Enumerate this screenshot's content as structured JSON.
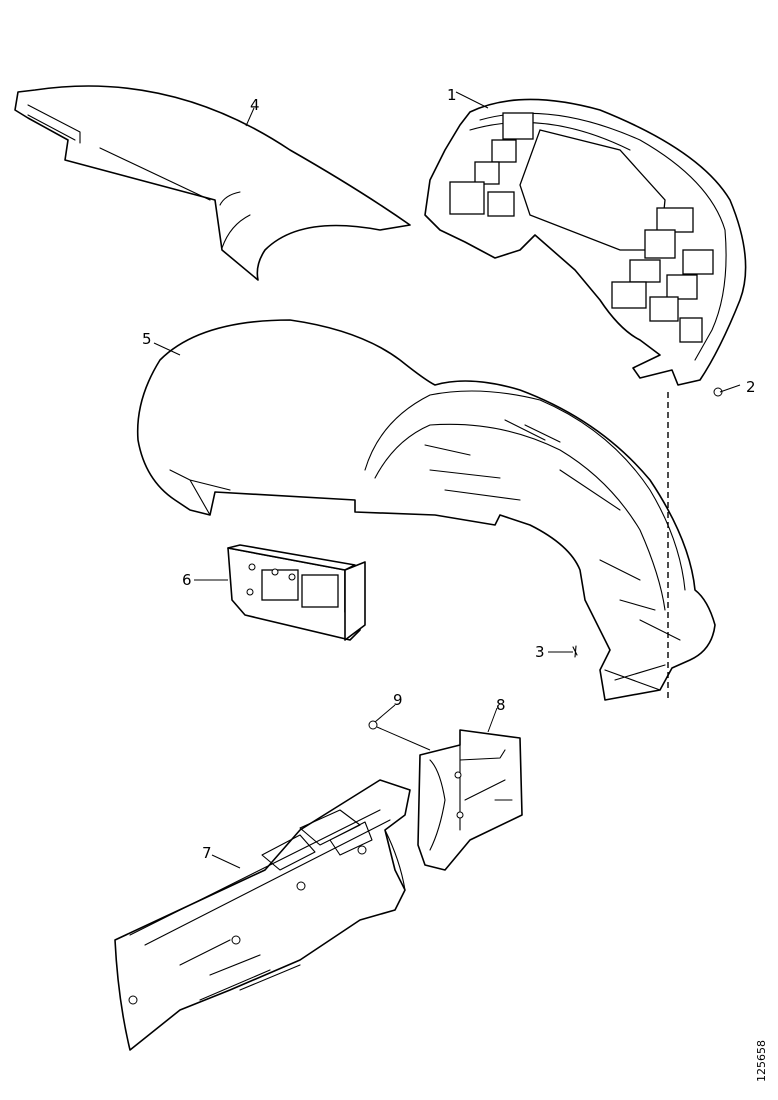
{
  "callouts": [
    "1",
    "2",
    "3",
    "4",
    "5",
    "6",
    "7",
    "8",
    "9"
  ],
  "figure_id": "125658"
}
